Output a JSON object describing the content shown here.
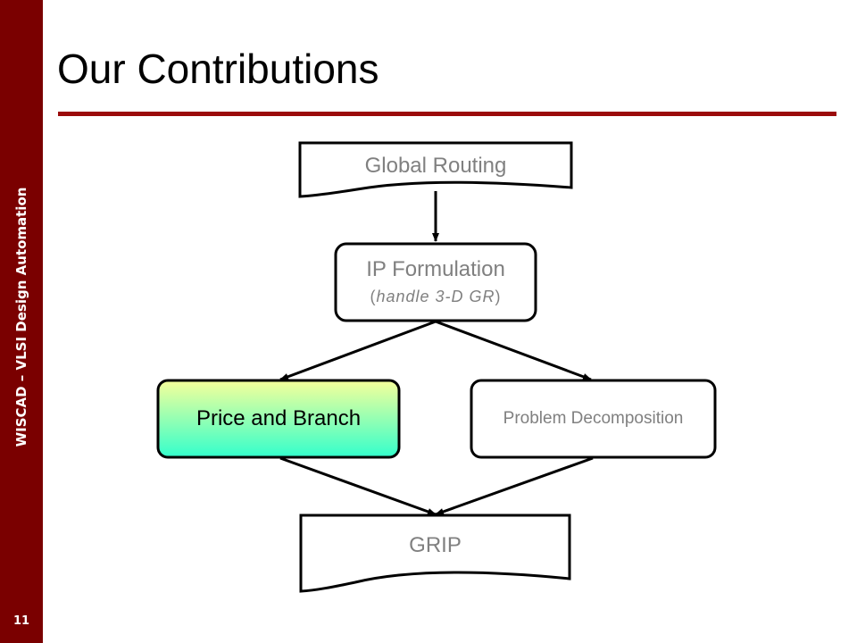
{
  "slide": {
    "title": "Our Contributions",
    "sidebar_text": "WISCAD – VLSI Design Automation",
    "page_number": "11",
    "colors": {
      "sidebar": "#7a0000",
      "title_rule": "#9b0b0b",
      "box_text": "#808080",
      "highlight_top": "#f6ff9a",
      "highlight_bottom": "#33ffcc"
    }
  },
  "diagram": {
    "global_routing": "Global Routing",
    "ip_formulation": {
      "title": "IP Formulation",
      "subtitle_open": "(",
      "subtitle_italic": "handle 3-D GR",
      "subtitle_close": ")"
    },
    "price_branch": "Price and Branch",
    "problem_decomposition": "Problem Decomposition",
    "grip": "GRIP"
  }
}
